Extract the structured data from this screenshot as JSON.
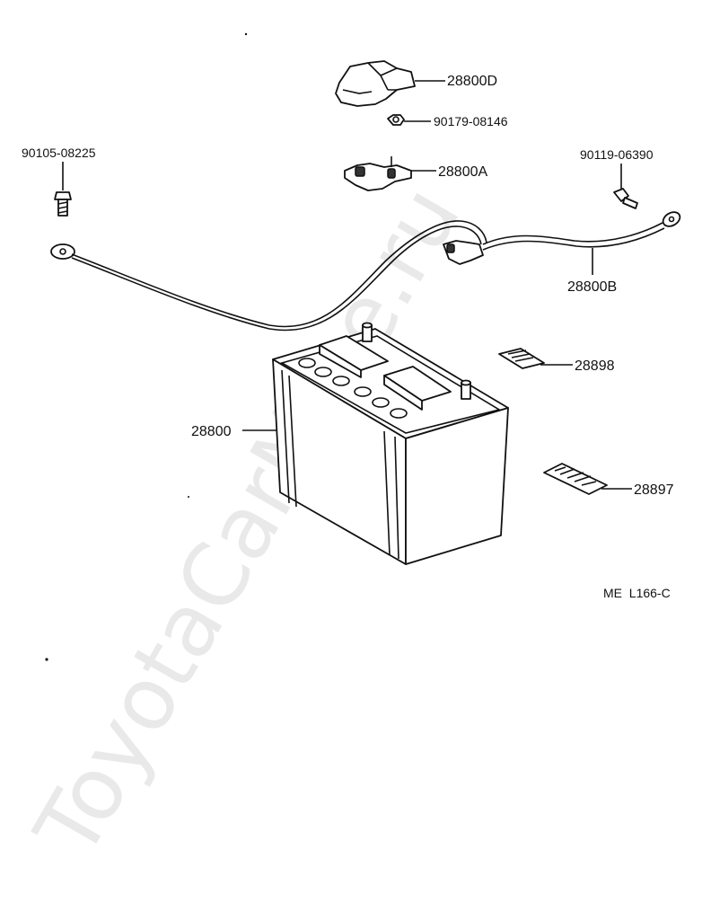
{
  "watermark": "ToyotaCarMine.ru",
  "drawing_code": "ME  L166-C",
  "parts": {
    "terminal_cover": "28800D",
    "nut": "90179-08146",
    "bolt_left": "90105-08225",
    "clamp": "28800A",
    "bolt_right": "90119-06390",
    "cable": "28800B",
    "label_plate": "28898",
    "battery": "28800",
    "caution_plate": "28897"
  },
  "colors": {
    "line": "#111111",
    "watermark": "#e9e9e9",
    "background": "#ffffff"
  }
}
